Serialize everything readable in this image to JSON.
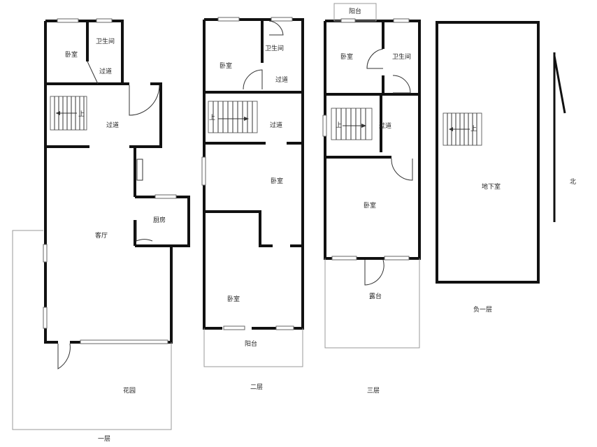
{
  "floors": {
    "floor1": {
      "label": "一层",
      "rooms": {
        "bedroom": "卧室",
        "bathroom": "卫生间",
        "hall_top": "过道",
        "hall_mid": "过道",
        "living": "客厅",
        "kitchen": "厨房",
        "garden": "花园"
      },
      "stair": "上"
    },
    "floor2": {
      "label": "二层",
      "rooms": {
        "bedroom_top": "卧室",
        "bathroom": "卫生间",
        "hall_top": "过道",
        "hall_mid": "过道",
        "bedroom_mid": "卧室",
        "bedroom_bottom": "卧室",
        "balcony": "阳台"
      },
      "stair": "上"
    },
    "floor3": {
      "label": "三层",
      "rooms": {
        "balcony": "阳台",
        "bedroom_top": "卧室",
        "bathroom": "卫生间",
        "hall": "过道",
        "bedroom": "卧室",
        "terrace": "露台"
      },
      "stair": "上"
    },
    "basement": {
      "label": "负一层",
      "rooms": {
        "basement": "地下室"
      },
      "stair": "上"
    }
  },
  "compass": {
    "label": "北"
  }
}
